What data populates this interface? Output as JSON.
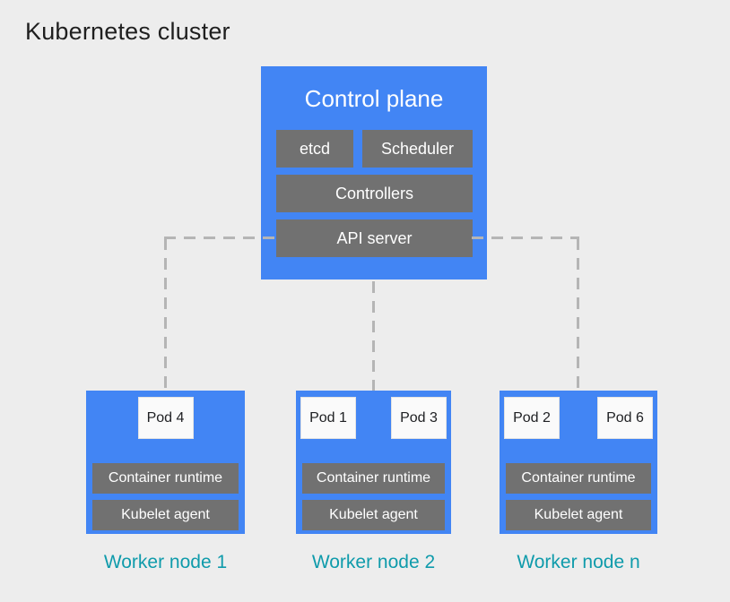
{
  "title": "Kubernetes cluster",
  "control_plane": {
    "title": "Control plane",
    "components": {
      "etcd": "etcd",
      "scheduler": "Scheduler",
      "controllers": "Controllers",
      "api_server": "API server"
    }
  },
  "worker_nodes": [
    {
      "label": "Worker node 1",
      "pods": [
        "Pod 4"
      ],
      "runtime": "Container runtime",
      "agent": "Kubelet agent"
    },
    {
      "label": "Worker node 2",
      "pods": [
        "Pod 1",
        "Pod 3"
      ],
      "runtime": "Container runtime",
      "agent": "Kubelet agent"
    },
    {
      "label": "Worker node n",
      "pods": [
        "Pod 2",
        "Pod 6"
      ],
      "runtime": "Container runtime",
      "agent": "Kubelet agent"
    }
  ],
  "colors": {
    "background": "#EDEDED",
    "node_blue": "#4285F4",
    "component_gray": "#717171",
    "pod_white": "#FAFAFA",
    "worker_label_teal": "#0F9BAB",
    "connector_dash_gray": "#B5B5B5",
    "title_text": "#1F1F1F"
  }
}
